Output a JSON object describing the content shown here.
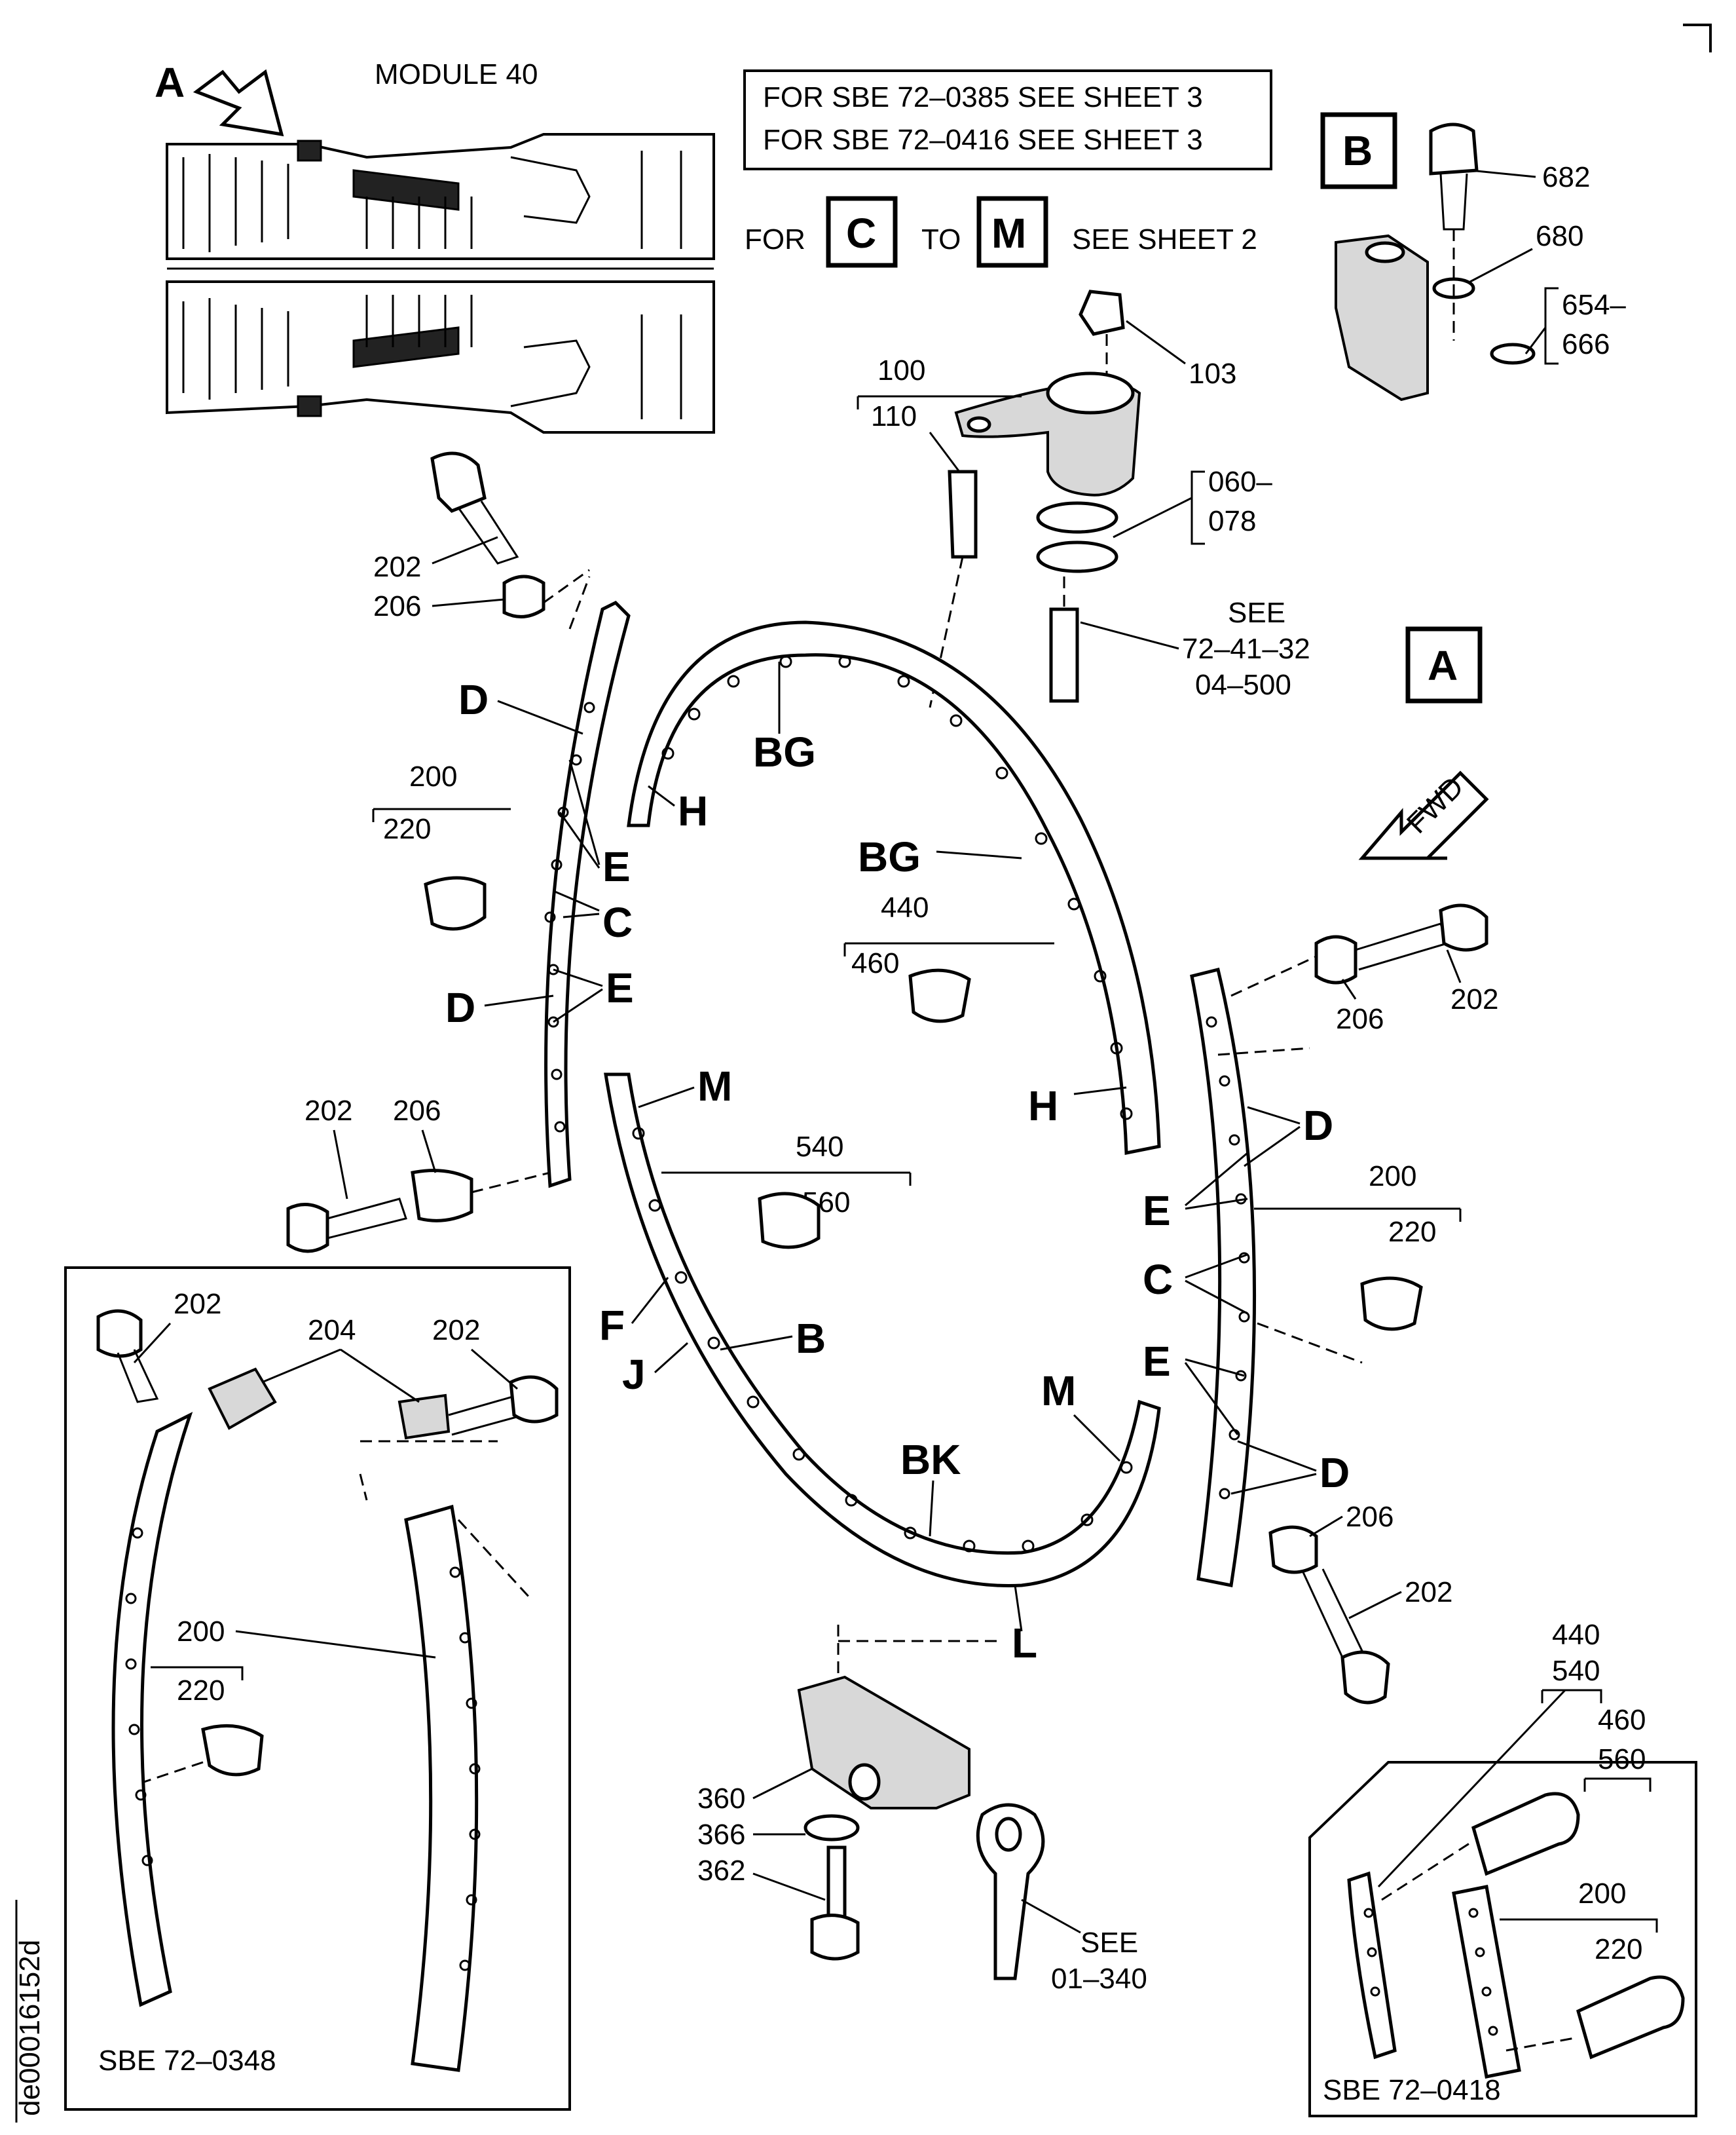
{
  "module": {
    "letter": "A",
    "title": "MODULE 40"
  },
  "notes": {
    "sbe_line_1": "FOR SBE 72–0385 SEE SHEET 3",
    "sbe_line_2": "FOR SBE 72–0416 SEE SHEET 3",
    "range_for": "FOR",
    "range_from": "C",
    "range_to_word": "TO",
    "range_to": "M",
    "range_sheet": "SEE SHEET 2"
  },
  "view_labels": {
    "b": "B",
    "a": "A"
  },
  "fwd": "FWD",
  "callouts": {
    "c682": "682",
    "c680": "680",
    "c654": "654–",
    "c666": "666",
    "c100": "100",
    "c110": "110",
    "c103": "103",
    "c060": "060–",
    "c078": "078",
    "see1": "SEE",
    "see2": "72–41–32",
    "see3": "04–500",
    "l202a": "202",
    "l206a": "206",
    "l200a": "200",
    "l220a": "220",
    "l202b": "202",
    "l206b": "206",
    "l440": "440",
    "l460": "460",
    "l540": "540",
    "l560": "560",
    "r206a": "206",
    "r202a": "202",
    "r200": "200",
    "r220": "220",
    "r206b": "206",
    "r202b": "202",
    "l360": "360",
    "l366": "366",
    "l362": "362",
    "see4": "SEE",
    "see5": "01–340"
  },
  "letters": {
    "D1": "D",
    "E1": "E",
    "C1": "C",
    "E2": "E",
    "D2": "D",
    "BG1": "BG",
    "H1": "H",
    "BG2": "BG",
    "H2": "H",
    "M1": "M",
    "F": "F",
    "J": "J",
    "B": "B",
    "BK": "BK",
    "M2": "M",
    "L": "L",
    "D3": "D",
    "E3": "E",
    "C2": "C",
    "E4": "E",
    "D4": "D"
  },
  "inset_left": {
    "c202a": "202",
    "c204": "204",
    "c202b": "202",
    "c200": "200",
    "c220": "220",
    "caption": "SBE 72–0348"
  },
  "inset_right": {
    "c440": "440",
    "c540": "540",
    "c460": "460",
    "c560": "560",
    "c200": "200",
    "c220": "220",
    "caption": "SBE 72–0418"
  },
  "doc_id": "de00016152d"
}
